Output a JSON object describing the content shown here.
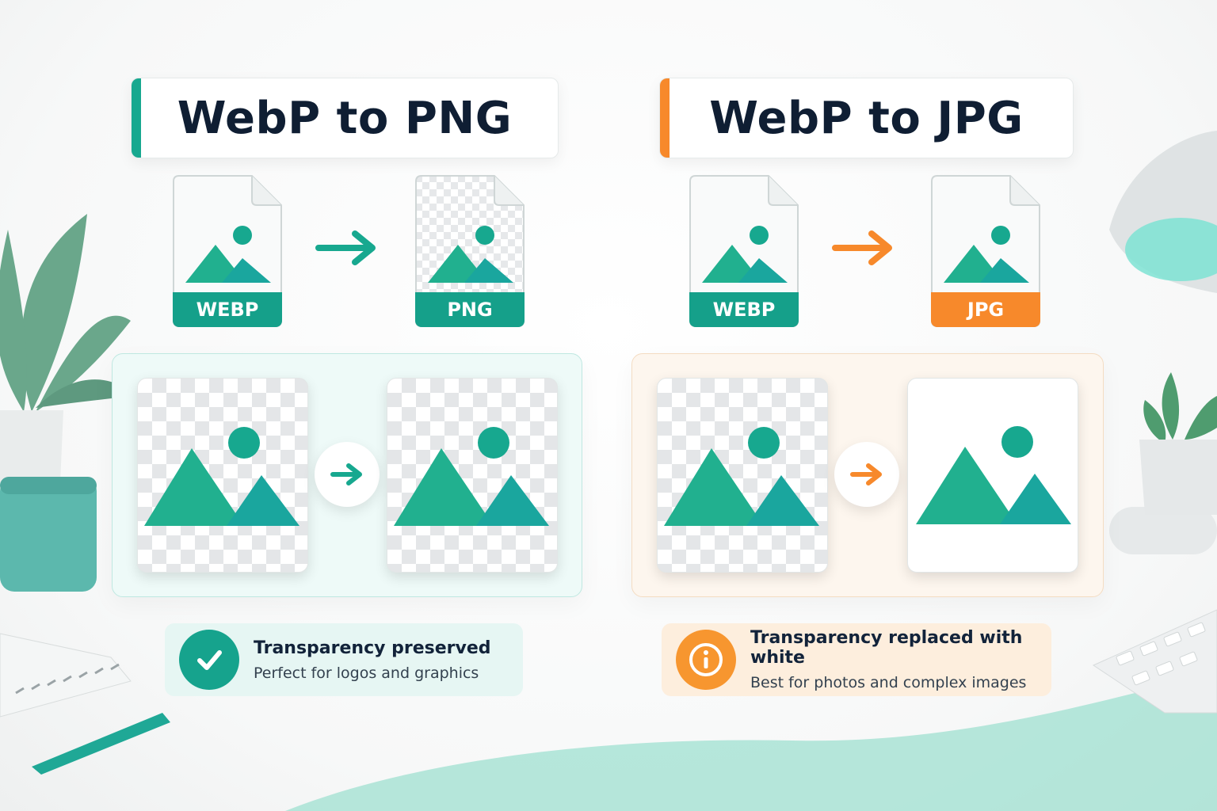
{
  "colors": {
    "teal": "#17a88f",
    "teal_dark": "#0e9a84",
    "teal_light": "#20b8b0",
    "orange": "#f7892b",
    "navy": "#0f1e33",
    "panel_teal_bg": "#eefaf8",
    "panel_orange_bg": "#fdf6ee"
  },
  "left": {
    "title": "WebP to PNG",
    "source_label": "WEBP",
    "target_label": "PNG",
    "note_title": "Transparency preserved",
    "note_subtitle": "Perfect for logos and graphics",
    "note_icon": "checkmark-icon"
  },
  "right": {
    "title": "WebP to JPG",
    "source_label": "WEBP",
    "target_label": "JPG",
    "note_title": "Transparency replaced with white",
    "note_subtitle": "Best for photos and complex images",
    "note_icon": "info-icon"
  }
}
